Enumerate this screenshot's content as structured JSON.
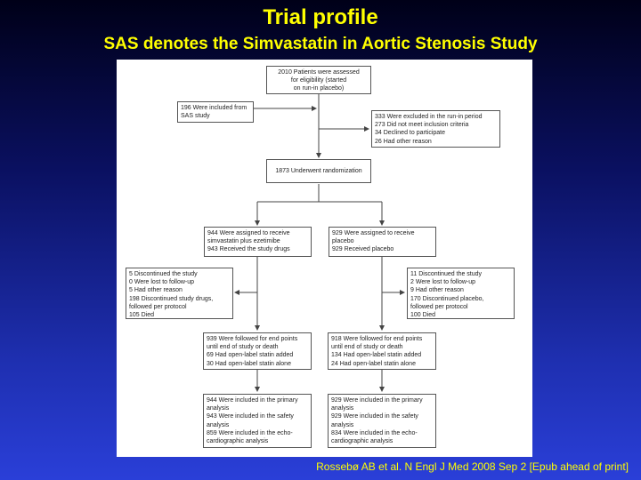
{
  "slide": {
    "title": "Trial profile",
    "subtitle": "SAS denotes the Simvastatin in Aortic Stenosis Study",
    "citation": "Rossebø AB et al. N Engl J Med 2008 Sep 2 [Epub ahead of print]"
  },
  "flow": {
    "assessed": [
      "2010 Patients were assessed",
      "for eligibility (started",
      "on run-in placebo)"
    ],
    "included_sas": [
      "196 Were included from",
      "SAS study"
    ],
    "excluded": [
      "333 Were excluded in the run-in period",
      "273 Did not meet inclusion criteria",
      "34 Declined to participate",
      "26 Had other reason"
    ],
    "randomized": [
      "1873 Underwent randomization"
    ],
    "arm_simv": [
      "944 Were assigned to receive",
      "simvastatin plus ezetimibe",
      "943 Received the study drugs"
    ],
    "arm_placebo": [
      "929 Were assigned to receive",
      "placebo",
      "929 Received placebo"
    ],
    "disc_simv": [
      "5 Discontinued the study",
      "0 Were lost to follow-up",
      "5 Had other reason",
      "198 Discontinued study drugs,",
      "followed per protocol",
      "105 Died"
    ],
    "disc_placebo": [
      "11 Discontinued the study",
      "2 Were lost to follow-up",
      "9 Had other reason",
      "170 Discontinued placebo,",
      "followed per protocol",
      "100 Died"
    ],
    "follow_simv": [
      "939 Were followed for end points",
      "until end of study or death",
      "69 Had open-label statin added",
      "30 Had open-label statin alone"
    ],
    "follow_placebo": [
      "918 Were followed for end points",
      "until end of study or death",
      "134 Had open-label statin added",
      "24 Had open-label statin alone"
    ],
    "analysis_simv": [
      "944 Were included in the primary",
      "analysis",
      "943 Were included in the safety",
      "analysis",
      "859 Were included in the echo-",
      "cardiographic analysis"
    ],
    "analysis_placebo": [
      "929 Were included in the primary",
      "analysis",
      "929 Were included in the safety",
      "analysis",
      "834 Were included in the echo-",
      "cardiographic analysis"
    ]
  }
}
